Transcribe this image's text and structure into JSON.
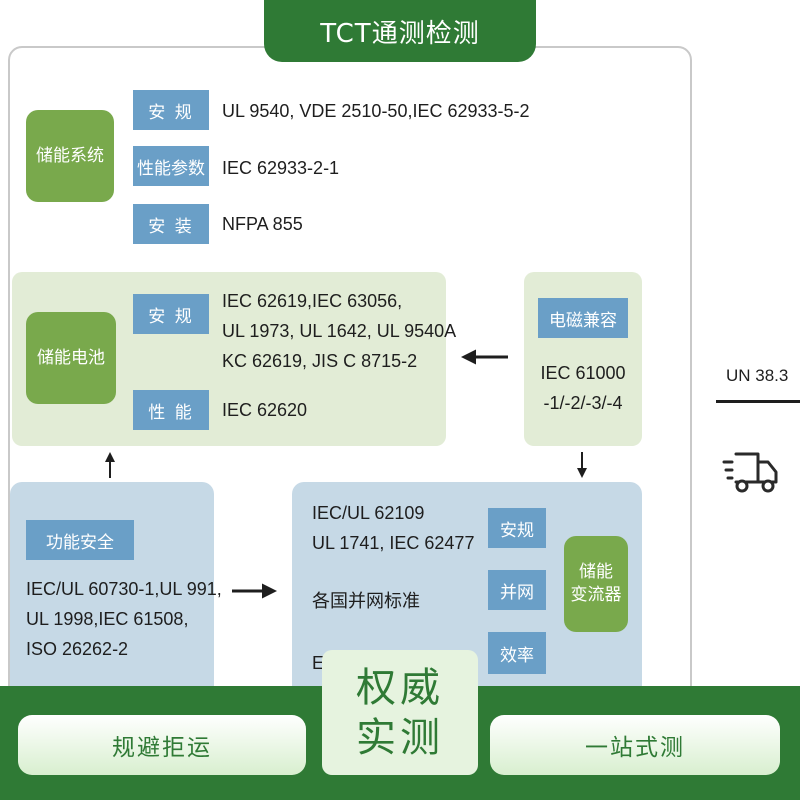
{
  "header": {
    "title": "TCT通测检测"
  },
  "energy_system": {
    "label": "储能系统",
    "rows": [
      {
        "tag": "安  规",
        "text": "UL 9540, VDE 2510-50,IEC 62933-5-2"
      },
      {
        "tag": "性能参数",
        "text": "IEC 62933-2-1"
      },
      {
        "tag": "安  装",
        "text": "NFPA 855"
      }
    ]
  },
  "battery": {
    "label": "储能电池",
    "safety_tag": "安  规",
    "safety_lines": [
      "IEC 62619,IEC 63056,",
      "UL 1973, UL 1642, UL 9540A",
      "KC 62619, JIS C 8715-2"
    ],
    "performance_tag": "性  能",
    "performance_text": "IEC 62620"
  },
  "emc": {
    "tag": "电磁兼容",
    "lines": [
      "IEC 61000",
      "-1/-2/-3/-4"
    ]
  },
  "functional_safety": {
    "tag": "功能安全",
    "lines": [
      "IEC/UL 60730-1,UL 991,",
      "UL 1998,IEC 61508,",
      "ISO 26262-2"
    ]
  },
  "pcs": {
    "lines": [
      "IEC/UL 62109",
      "UL 1741, IEC 62477"
    ],
    "grid_text": "各国并网标准",
    "partial_text": "El",
    "tags": [
      "安规",
      "并网",
      "效率"
    ],
    "label_lines": [
      "储能",
      "变流器"
    ]
  },
  "transport": {
    "label": "UN 38.3",
    "icon": "delivery-truck-icon"
  },
  "footer": {
    "left_button": "规避拒运",
    "center_lines": [
      "权威",
      "实测"
    ],
    "right_button": "一站式测"
  },
  "colors": {
    "brand_green": "#2f7a35",
    "pill_green": "#79a94c",
    "tag_blue": "#6a9fc7",
    "panel_green": "#e2ecd6",
    "panel_blue": "#c6d9e6"
  }
}
